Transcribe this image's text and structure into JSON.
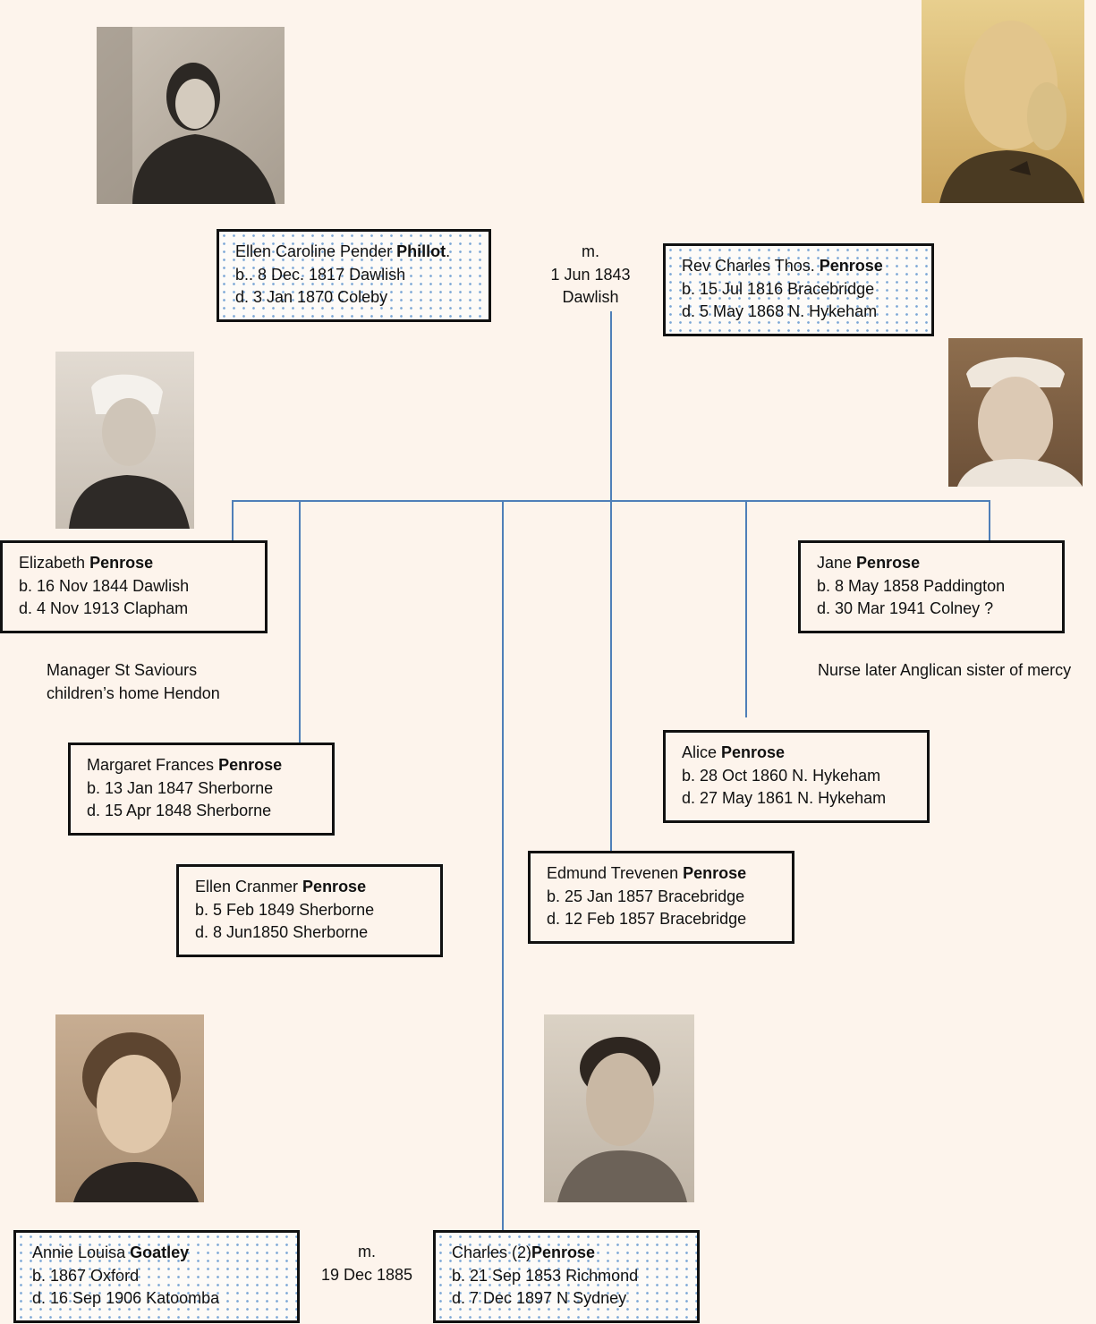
{
  "parents": {
    "mother": {
      "given": "Ellen  Caroline Pender ",
      "surname": "Phillot",
      "suffix": ".",
      "born": "b.. 8 Dec. 1817 Dawlish",
      "died": "d. 3 Jan 1870 Coleby"
    },
    "father": {
      "given": "Rev Charles  Thos. ",
      "surname": "Penrose",
      "born": "b. 15 Jul 1816 Bracebridge",
      "died": "d. 5 May 1868  N. Hykeham"
    },
    "marriage": {
      "label": "m.",
      "date": "1 Jun 1843",
      "place": "Dawlish"
    }
  },
  "children": {
    "elizabeth": {
      "given": "Elizabeth ",
      "surname": "Penrose",
      "born": "b. 16 Nov 1844 Dawlish",
      "died": "d.  4 Nov 1913 Clapham",
      "note": [
        "Manager St Saviours",
        "children’s home Hendon"
      ]
    },
    "jane": {
      "given": "Jane ",
      "surname": "Penrose",
      "born": "b. 8 May 1858 Paddington",
      "died": "d.  30 Mar 1941 Colney ?",
      "note": "Nurse later Anglican sister of mercy"
    },
    "margaret": {
      "given": "Margaret Frances  ",
      "surname": "Penrose",
      "born": "b. 13 Jan 1847 Sherborne",
      "died": "d.  15 Apr 1848 Sherborne"
    },
    "alice": {
      "given": "Alice  ",
      "surname": "Penrose",
      "born": "b. 28 Oct 1860 N. Hykeham",
      "died": "d.  27 May 1861 N. Hykeham"
    },
    "ellen_cranmer": {
      "given": "Ellen Cranmer  ",
      "surname": "Penrose",
      "born": "b. 5 Feb 1849  Sherborne",
      "died": "d. 8 Jun1850 Sherborne"
    },
    "edmund": {
      "given": "Edmund Trevenen  ",
      "surname": "Penrose",
      "born": "b. 25 Jan 1857 Bracebridge",
      "died": "d.  12 Feb 1857 Bracebridge"
    },
    "charles": {
      "given": "Charles  (2)",
      "surname": "Penrose",
      "born": "b. 21 Sep 1853  Richmond",
      "died": "d. 7 Dec 1897 N Sydney"
    }
  },
  "spouse": {
    "annie": {
      "given": "Annie Louisa ",
      "surname": "Goatley",
      "born": "b. 1867 Oxford",
      "died": "d.  16 Sep 1906 Katoomba"
    },
    "marriage": {
      "label": "m.",
      "date": "19 Dec 1885"
    }
  },
  "colors": {
    "connector": "#4f7fb8",
    "background": "#fdf4ec",
    "dot": "#7aa6d6",
    "border": "#111111"
  }
}
